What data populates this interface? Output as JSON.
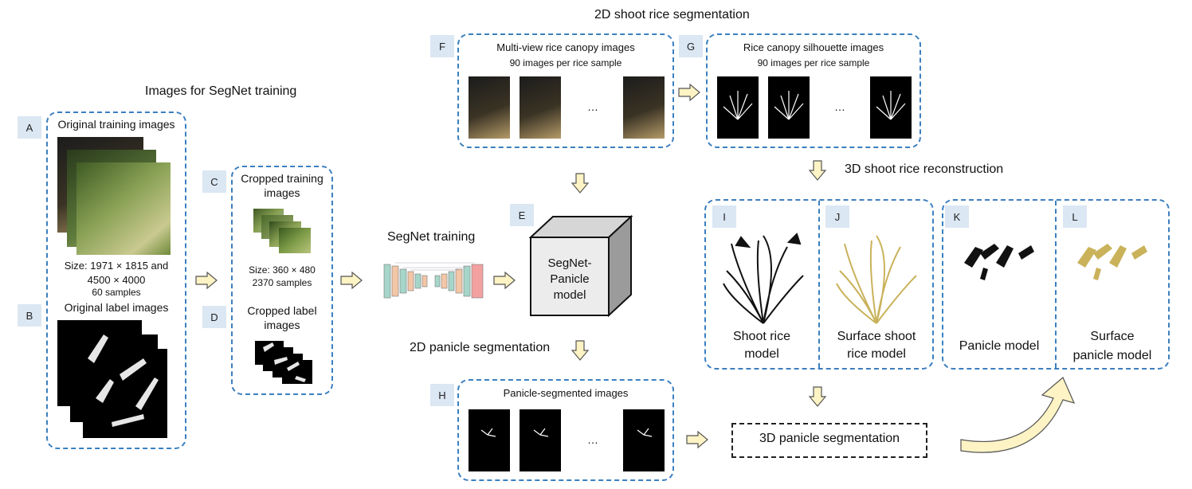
{
  "headings": {
    "segnet_training_images": "Images for SegNet training",
    "shoot_seg_2d": "2D shoot rice segmentation",
    "shoot_recon_3d": "3D shoot rice reconstruction",
    "segnet_training": "SegNet training",
    "panicle_seg_2d": "2D panicle segmentation"
  },
  "panels": {
    "A": {
      "tag": "A",
      "title": "Original training images",
      "info1": "Size: 1971 × 1815 and",
      "info2": "4500 × 4000",
      "info3": "60 samples"
    },
    "B": {
      "tag": "B",
      "title": "Original label images"
    },
    "C": {
      "tag": "C",
      "title1": "Cropped training",
      "title2": "images",
      "info1": "Size: 360 × 480",
      "info2": "2370 samples"
    },
    "D": {
      "tag": "D",
      "title1": "Cropped label",
      "title2": "images"
    },
    "E": {
      "tag": "E",
      "line1": "SegNet-",
      "line2": "Panicle",
      "line3": "model"
    },
    "F": {
      "tag": "F",
      "title": "Multi-view rice canopy images",
      "sub": "90 images per rice sample",
      "ellipsis": "…"
    },
    "G": {
      "tag": "G",
      "title": "Rice canopy silhouette images",
      "sub": "90 images per rice sample",
      "ellipsis": "…"
    },
    "H": {
      "tag": "H",
      "title": "Panicle-segmented images",
      "ellipsis": "…"
    },
    "I": {
      "tag": "I",
      "line1": "Shoot rice",
      "line2": "model"
    },
    "J": {
      "tag": "J",
      "line1": "Surface shoot",
      "line2": "rice model"
    },
    "K": {
      "tag": "K",
      "line1": "Panicle model"
    },
    "L": {
      "tag": "L",
      "line1": "Surface",
      "line2": "panicle model"
    }
  },
  "panicle_3d": "3D panicle segmentation",
  "colors": {
    "dashed_border": "#3b7fc0",
    "tag_fill": "#dbe7f3",
    "arrow_fill": "#fdf3c4",
    "arrow_stroke": "#555555"
  }
}
